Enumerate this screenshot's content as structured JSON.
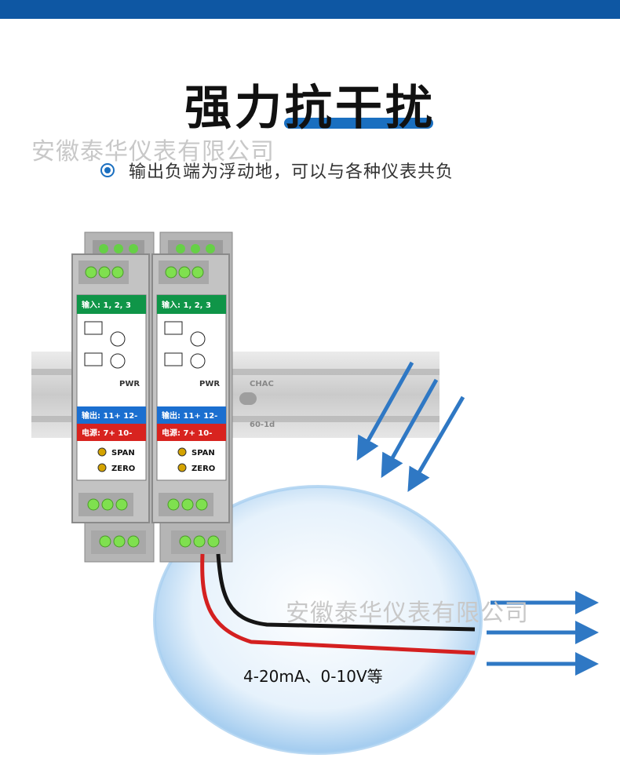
{
  "header": {
    "title": "强力抗干扰"
  },
  "watermark": {
    "text": "安徽泰华仪表有限公司"
  },
  "feature": {
    "text": "输出负端为浮动地，可以与各种仪表共负"
  },
  "module": {
    "input_label": "输入: 1, 2, 3",
    "output_label": "输出: 11+ 12-",
    "power_label": "电源: 7+ 10-",
    "span_label": "SPAN",
    "zero_label": "ZERO",
    "pwr_label": "PWR",
    "rail_text": "CHAC",
    "rail_num": "60-1d"
  },
  "output": {
    "text": "4-20mA、0-10V等"
  },
  "colors": {
    "accent": "#0e57a3",
    "input_band": "#0f9548",
    "output_band": "#1b6fd0",
    "power_band": "#d8231f",
    "arrow": "#2f78c4"
  }
}
